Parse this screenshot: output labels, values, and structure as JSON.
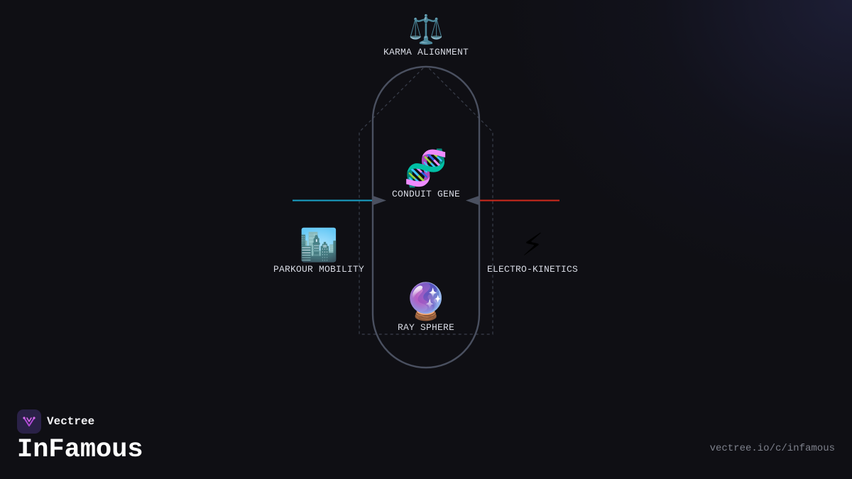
{
  "nodes": {
    "karma": {
      "label": "KARMA ALIGNMENT",
      "icon": "balance-scale-icon",
      "glyph": "⚖️"
    },
    "gene": {
      "label": "CONDUIT GENE",
      "icon": "dna-icon",
      "glyph": "🧬"
    },
    "parkour": {
      "label": "PARKOUR MOBILITY",
      "icon": "cityscape-icon",
      "glyph": "🏙️"
    },
    "electro": {
      "label": "ELECTRO-KINETICS",
      "icon": "lightning-icon",
      "glyph": "⚡"
    },
    "ray": {
      "label": "RAY SPHERE",
      "icon": "crystal-ball-icon",
      "glyph": "🔮"
    }
  },
  "colors": {
    "background": "#0f0f14",
    "loop_stroke": "#4a5060",
    "dashed_stroke": "#3a3f4c",
    "left_arrow": "#1aa3c8",
    "right_arrow": "#d02a1c",
    "arrow_head": "#4a5060"
  },
  "brand": {
    "name": "Vectree",
    "logo_icon": "vectree-logo-icon"
  },
  "footer": {
    "title": "InFamous",
    "url": "vectree.io/c/infamous"
  }
}
